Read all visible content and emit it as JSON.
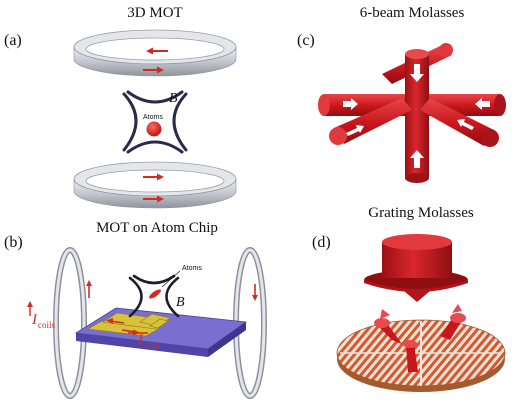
{
  "panels": {
    "a": {
      "label": "(a)",
      "title": "3D MOT",
      "atoms_label": "Atoms",
      "field_label": "B"
    },
    "b": {
      "label": "(b)",
      "title": "MOT on Atom Chip",
      "atoms_label": "Atoms",
      "field_label": "B",
      "coils_symbol": "I",
      "coils_sub": "coils",
      "chip_symbol": "I",
      "chip_sub": "chip"
    },
    "c": {
      "label": "(c)",
      "title": "6-beam Molasses"
    },
    "d": {
      "label": "(d)",
      "title": "Grating Molasses"
    }
  },
  "colors": {
    "ring": "#c8cbd3",
    "ring_dark": "#8d919c",
    "arrow_red": "#d52b1e",
    "beam_red": "#c8161c",
    "chip_blue": "#7a6fd0",
    "wire_gold": "#d8c23a",
    "field_line": "#2b2a4a"
  }
}
